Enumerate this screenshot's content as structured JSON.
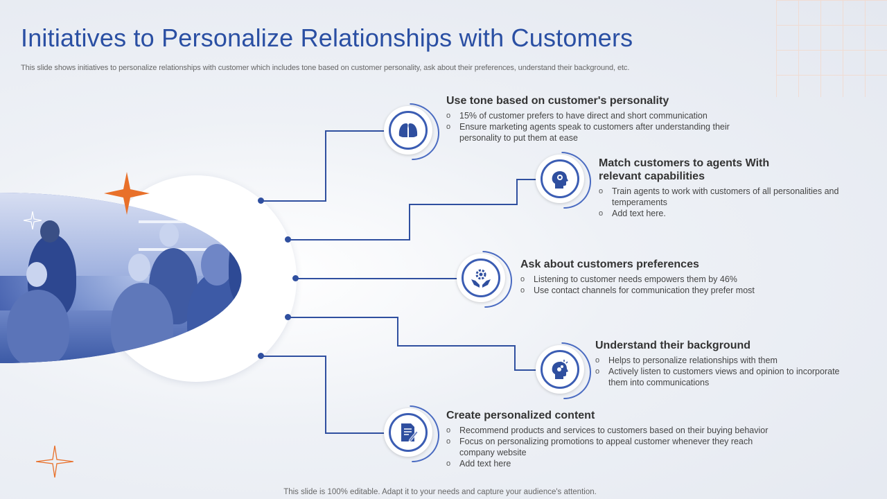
{
  "title": "Initiatives to Personalize Relationships with Customers",
  "subtitle": "This slide shows initiatives to personalize relationships with customer which includes tone based on customer personality, ask about their preferences, understand their background, etc.",
  "footer": "This slide is 100% editable. Adapt it to your needs and capture your audience's attention.",
  "colors": {
    "accent": "#2a4fa3",
    "line": "#2f4f9f",
    "star": "#e8702a"
  },
  "items": [
    {
      "icon": "two-heads-icon",
      "heading": "Use tone based on customer's personality",
      "bullets": [
        "15% of customer prefers to have direct and short communication",
        "Ensure marketing agents speak to customers after understanding their personality to put them at ease"
      ]
    },
    {
      "icon": "head-gear-icon",
      "heading": "Match customers to agents With relevant capabilities",
      "bullets": [
        "Train agents to work with customers of all personalities and temperaments",
        "Add text here."
      ]
    },
    {
      "icon": "hands-gear-icon",
      "heading": "Ask about customers preferences",
      "bullets": [
        "Listening to customer needs empowers them by 46%",
        "Use contact channels for communication they prefer most"
      ]
    },
    {
      "icon": "head-bulb-icon",
      "heading": "Understand their background",
      "bullets": [
        "Helps to personalize relationships with them",
        "Actively listen to customers views and opinion to incorporate them into communications"
      ]
    },
    {
      "icon": "document-pen-icon",
      "heading": "Create personalized content",
      "bullets": [
        "Recommend products and services to customers based on their buying behavior",
        "Focus on personalizing promotions to appeal customer whenever they reach company website",
        "Add text here"
      ]
    }
  ]
}
